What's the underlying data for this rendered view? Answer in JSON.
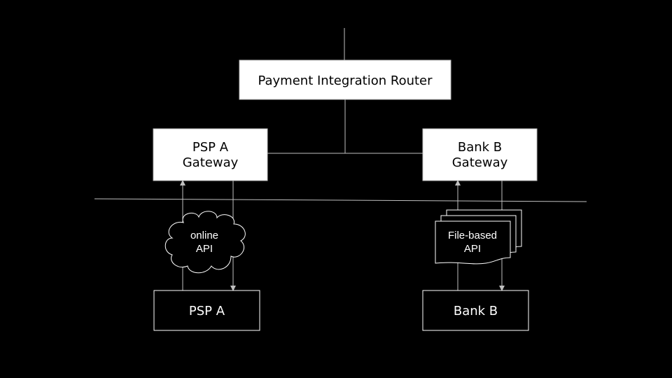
{
  "diagram": {
    "router": {
      "label": "Payment Integration Router"
    },
    "psp_gateway": {
      "line1": "PSP A",
      "line2": "Gateway"
    },
    "bank_gateway": {
      "line1": "Bank B",
      "line2": "Gateway"
    },
    "online_api": {
      "line1": "online",
      "line2": "API"
    },
    "file_api": {
      "line1": "File-based",
      "line2": "API"
    },
    "psp": {
      "label": "PSP A"
    },
    "bank": {
      "label": "Bank B"
    }
  },
  "colors": {
    "background": "#000000",
    "box_fill": "#ffffff",
    "text_dark": "#000000",
    "text_light": "#ffffff",
    "line": "#bfbfbf"
  }
}
